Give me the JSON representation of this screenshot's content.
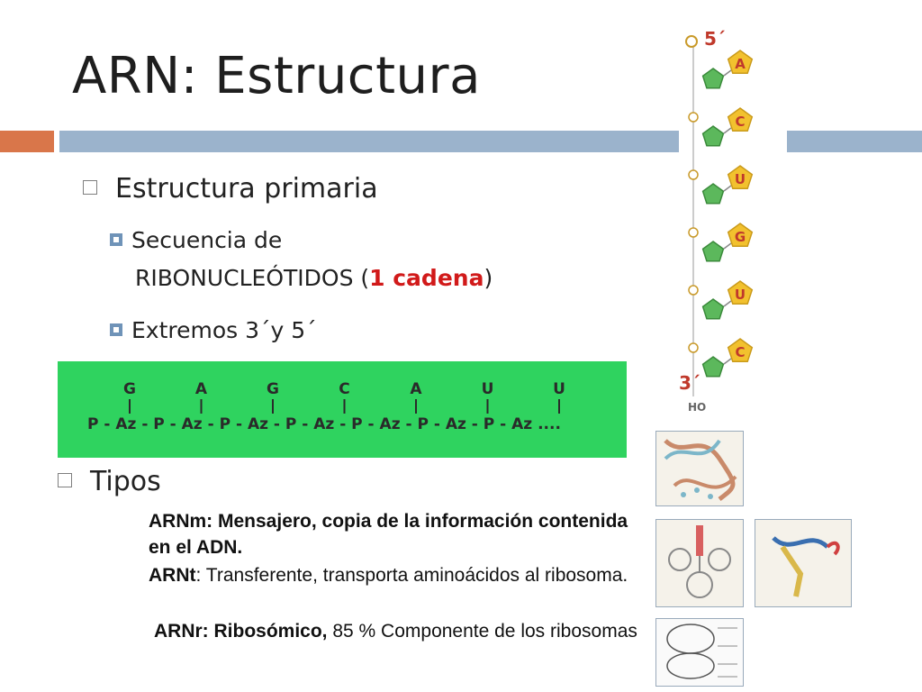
{
  "slide": {
    "title": "ARN: Estructura",
    "section1": {
      "heading": "Estructura primaria",
      "bullets": {
        "b1_text_a": "Secuencia de",
        "b1_text_b": "RIBONUCLEÓTIDOS (",
        "b1_bold": "1 cadena",
        "b1_text_c": ")",
        "b2": "Extremos 3´y 5´"
      }
    },
    "section2": {
      "heading": "Tipos",
      "arnm": "ARNm: Mensajero, copia de la información contenida en el ADN.",
      "arnt_label": "ARNt",
      "arnt_rest": ": Transferente, transporta aminoácidos al ribosoma.",
      "arnr_label": "ARNr: Ribosómico,",
      "arnr_rest": " 85 % Componente de los ribosomas"
    }
  },
  "sequence": {
    "bases": [
      "G",
      "A",
      "G",
      "C",
      "A",
      "U",
      "U"
    ],
    "chain": "P - Az - P - Az - P - Az - P - Az - P - Az - P - Az - P - Az ...."
  },
  "strand_diagram": {
    "five_prime": "5´",
    "three_prime": "3´",
    "ho": "HO",
    "bases": [
      "A",
      "C",
      "U",
      "G",
      "U",
      "C"
    ]
  },
  "colors": {
    "accent_orange": "#d9764a",
    "accent_blue": "#9bb3cc",
    "sequence_bg": "#2fd35f",
    "highlight_red": "#d11a1a"
  }
}
